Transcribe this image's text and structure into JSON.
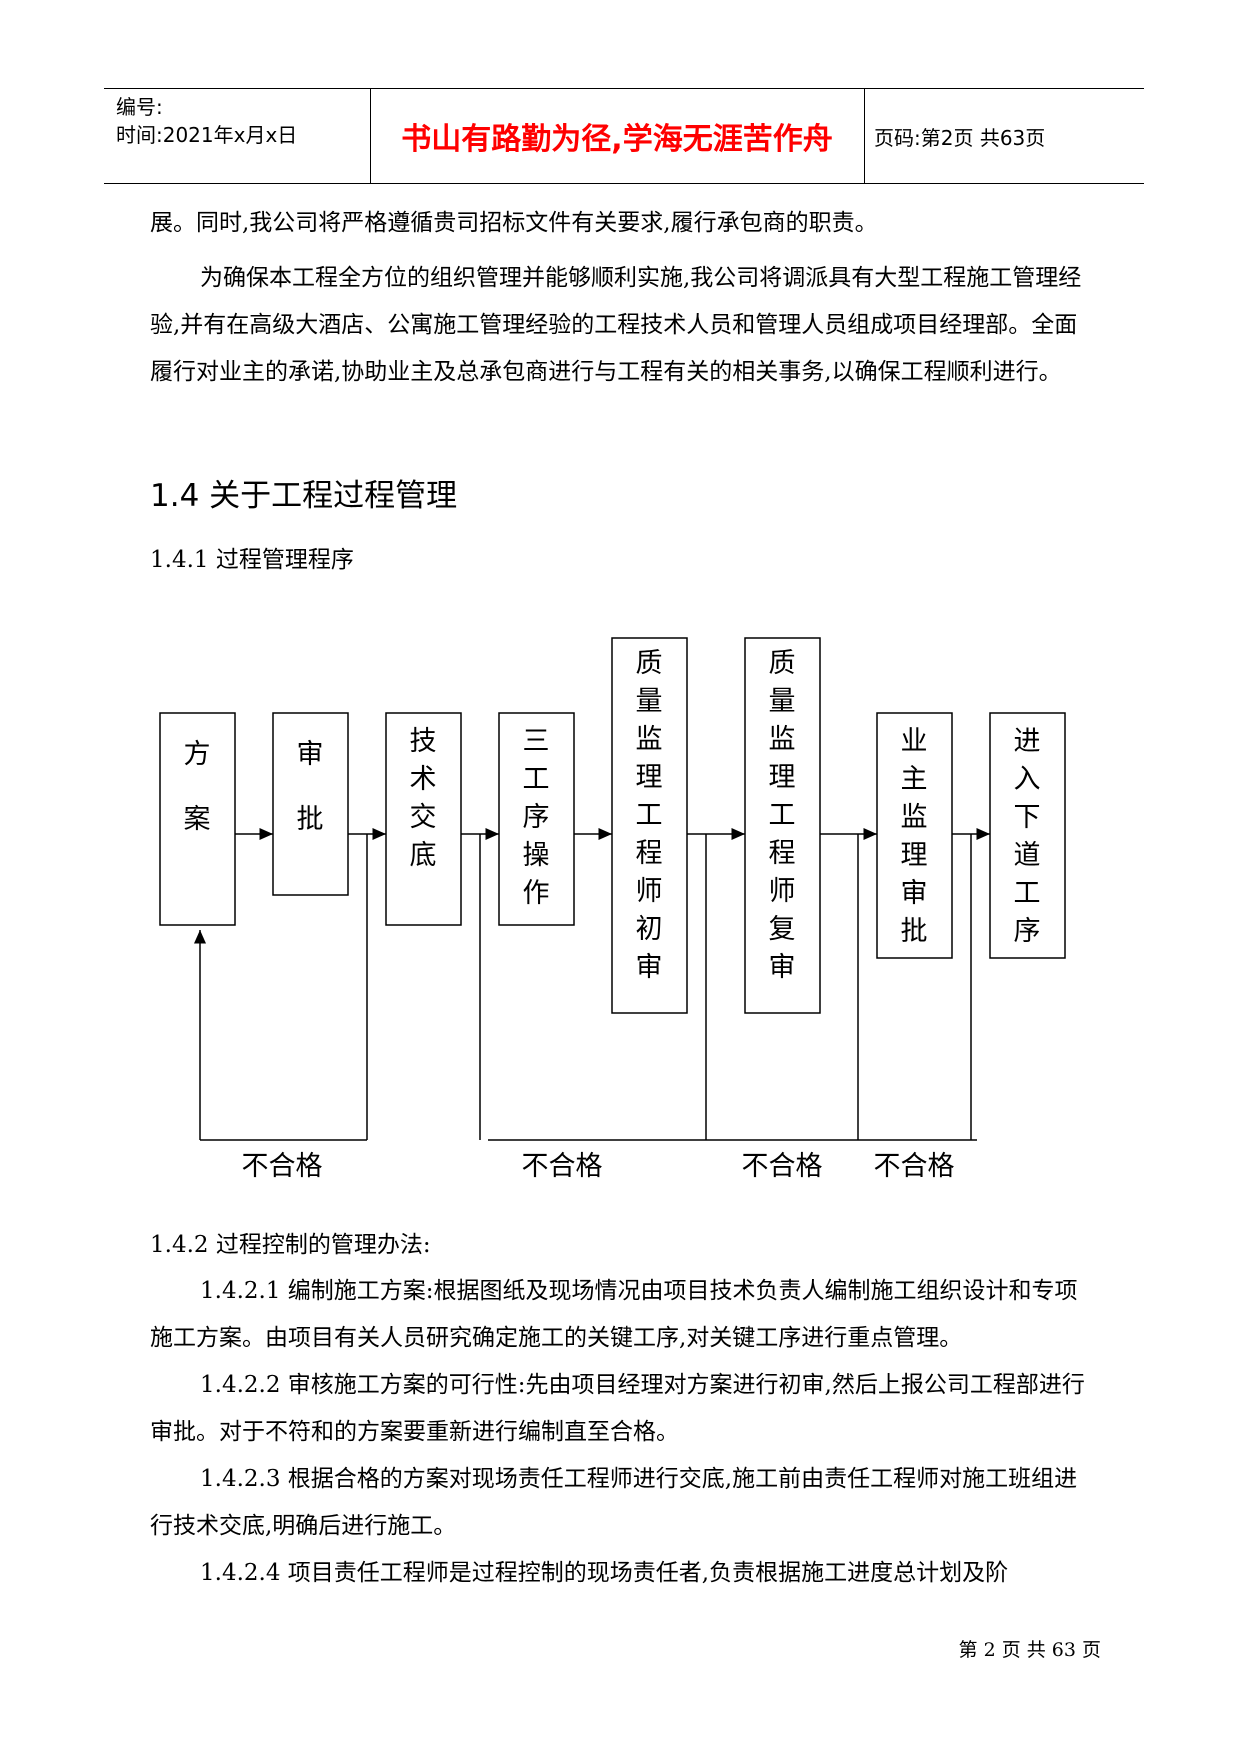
{
  "header": {
    "serial_label": "编号:",
    "time_label": "时间:2021年x月x日",
    "motto": "书山有路勤为径,学海无涯苦作舟",
    "page_label": "页码:第2页 共63页"
  },
  "body": {
    "para1": "展。同时,我公司将严格遵循贵司招标文件有关要求,履行承包商的职责。",
    "para2": "为确保本工程全方位的组织管理并能够顺利实施,我公司将调派具有大型工程施工管理经验,并有在高级大酒店、公寓施工管理经验的工程技术人员和管理人员组成项目经理部。全面履行对业主的承诺,协助业主及总承包商进行与工程有关的相关事务,以确保工程顺利进行。",
    "section_title": "1.4 关于工程过程管理",
    "subsection_title": "1.4.1 过程管理程序",
    "sub142": "1.4.2 过程控制的管理办法:",
    "item1": "1.4.2.1 编制施工方案:根据图纸及现场情况由项目技术负责人编制施工组织设计和专项施工方案。由项目有关人员研究确定施工的关键工序,对关键工序进行重点管理。",
    "item2": "1.4.2.2 审核施工方案的可行性:先由项目经理对方案进行初审,然后上报公司工程部进行审批。对于不符和的方案要重新进行编制直至合格。",
    "item3": "1.4.2.3 根据合格的方案对现场责任工程师进行交底,施工前由责任工程师对施工班组进行技术交底,明确后进行施工。",
    "item4": "1.4.2.4 项目责任工程师是过程控制的现场责任者,负责根据施工进度总计划及阶"
  },
  "flowchart": {
    "boxes": [
      "方案",
      "审批",
      "技术交底",
      "三工序操作",
      "质量监理工程师初审",
      "质量监理工程师复审",
      "业主监理审批",
      "进入下道工序"
    ],
    "fail_label": "不合格"
  },
  "footer": {
    "page_text": "第 2 页 共 63 页"
  }
}
